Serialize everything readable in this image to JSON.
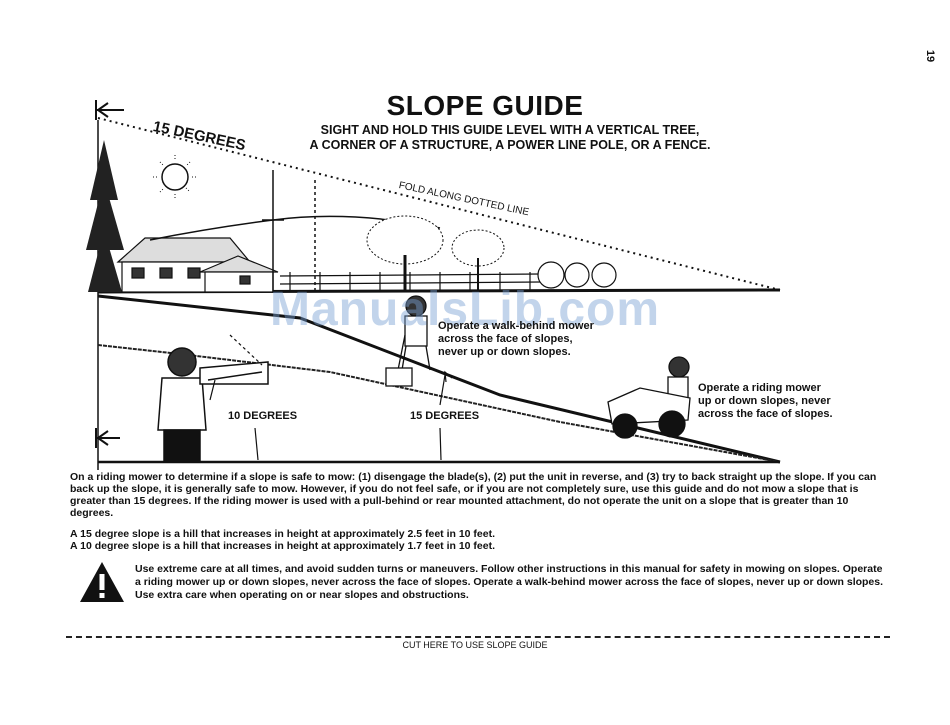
{
  "page_number": "19",
  "title": "SLOPE GUIDE",
  "subtitle_lines": [
    "SIGHT AND HOLD THIS GUIDE LEVEL WITH A VERTICAL TREE,",
    "A CORNER OF A STRUCTURE, A POWER LINE POLE, OR A FENCE."
  ],
  "guide": {
    "top_angle_label": "15 DEGREES",
    "fold_label": "FOLD ALONG DOTTED LINE",
    "walk_note_lines": [
      "Operate a walk-behind mower",
      "across the face of slopes,",
      "never up or down slopes."
    ],
    "ride_note_lines": [
      "Operate a riding mower",
      "up or down slopes, never",
      "across the face of slopes."
    ],
    "angle_10_label": "10 DEGREES",
    "angle_15_label": "15 DEGREES"
  },
  "paragraph_1": "On a riding mower to determine if a slope is safe to mow: (1) disengage the blade(s), (2) put the unit in reverse, and (3) try to back straight up the slope. If you can back up the slope, it is generally safe to mow. However, if you do not feel safe, or if you are not completely sure, use this guide and do not mow a slope that is greater than 15 degrees. If the riding mower is used with a pull-behind or rear mounted attachment, do not operate the unit on a slope that is greater than 10 degrees.",
  "paragraph_2_lines": [
    "A 15 degree slope is a hill that increases in height at approximately 2.5 feet in 10 feet.",
    "A 10 degree slope is a hill that increases in height at approximately 1.7 feet in 10 feet."
  ],
  "warning_text": "Use extreme care at all times, and avoid sudden turns or maneuvers. Follow other instructions in this manual for safety in mowing on slopes. Operate a riding mower up or down slopes, never across the face of slopes. Operate a walk-behind mower across the face of slopes, never up or down slopes. Use extra care when operating on or near slopes and obstructions.",
  "cut_label": "CUT HERE TO USE SLOPE GUIDE",
  "watermark": "ManualsLib.com"
}
